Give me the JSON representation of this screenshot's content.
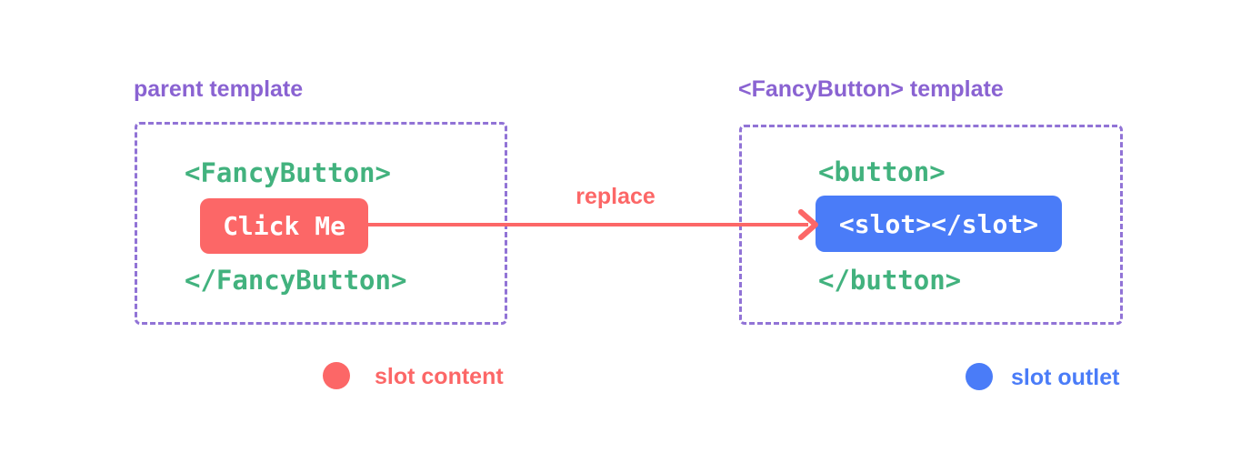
{
  "colors": {
    "purple": "#8a63d2",
    "purple-border": "#9173d6",
    "green": "#42b27e",
    "red": "#fc6767",
    "blue": "#4a7cf8",
    "white": "#ffffff"
  },
  "left_panel": {
    "title": "parent template",
    "open_tag": "<FancyButton>",
    "button_label": "Click Me",
    "close_tag": "</FancyButton>"
  },
  "arrow": {
    "label": "replace"
  },
  "right_panel": {
    "title": "<FancyButton> template",
    "open_tag": "<button>",
    "slot_tag": "<slot></slot>",
    "close_tag": "</button>"
  },
  "legend": {
    "content_label": "slot content",
    "outlet_label": "slot outlet"
  }
}
